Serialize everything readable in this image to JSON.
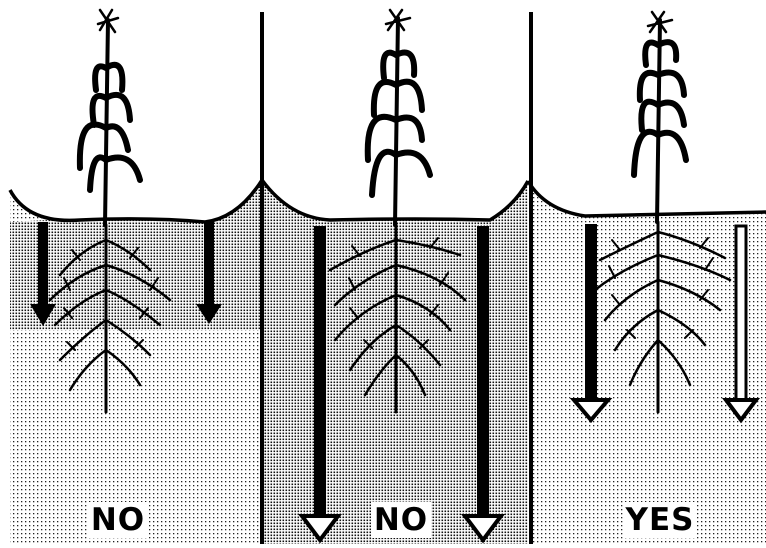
{
  "panels": [
    {
      "label": "NO"
    },
    {
      "label": "NO"
    },
    {
      "label": "YES"
    }
  ]
}
